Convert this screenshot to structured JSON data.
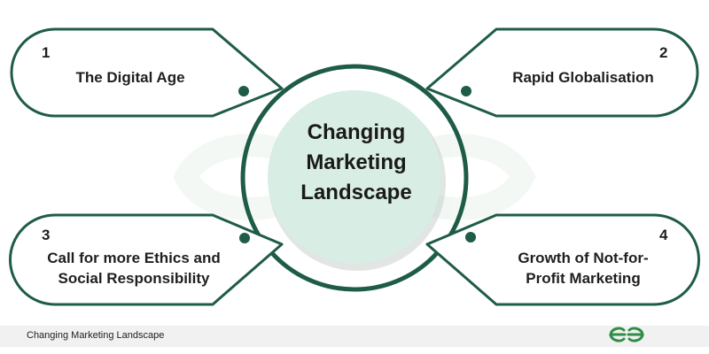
{
  "diagram": {
    "center": {
      "lines": [
        "Changing",
        "Marketing",
        "Landscape"
      ]
    },
    "nodes": [
      {
        "number": "1",
        "lines": [
          "The Digital Age"
        ]
      },
      {
        "number": "2",
        "lines": [
          "Rapid Globalisation"
        ]
      },
      {
        "number": "3",
        "lines": [
          "Call for more Ethics and",
          "Social Responsibility"
        ]
      },
      {
        "number": "4",
        "lines": [
          "Growth of Not-for-",
          "Profit Marketing"
        ]
      }
    ]
  },
  "footer": {
    "label": "Changing Marketing Landscape",
    "logo": "gfg-logo"
  },
  "colors": {
    "accent_dark": "#1e5c47",
    "center_fill": "#d8ede3",
    "brand_green": "#2f8d46"
  }
}
